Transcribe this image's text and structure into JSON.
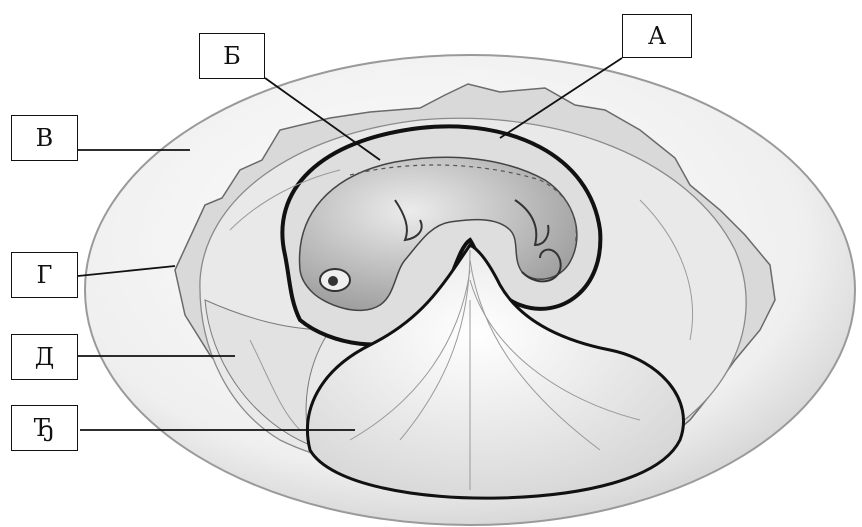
{
  "labels": {
    "a": "А",
    "b": "Б",
    "v": "В",
    "g": "Г",
    "d": "Д",
    "dj": "Ђ"
  },
  "colors": {
    "shell": "#f1f1f1",
    "membrane": "#dcdcdc",
    "embryo": "#c9c9c9",
    "outline": "#111111"
  }
}
